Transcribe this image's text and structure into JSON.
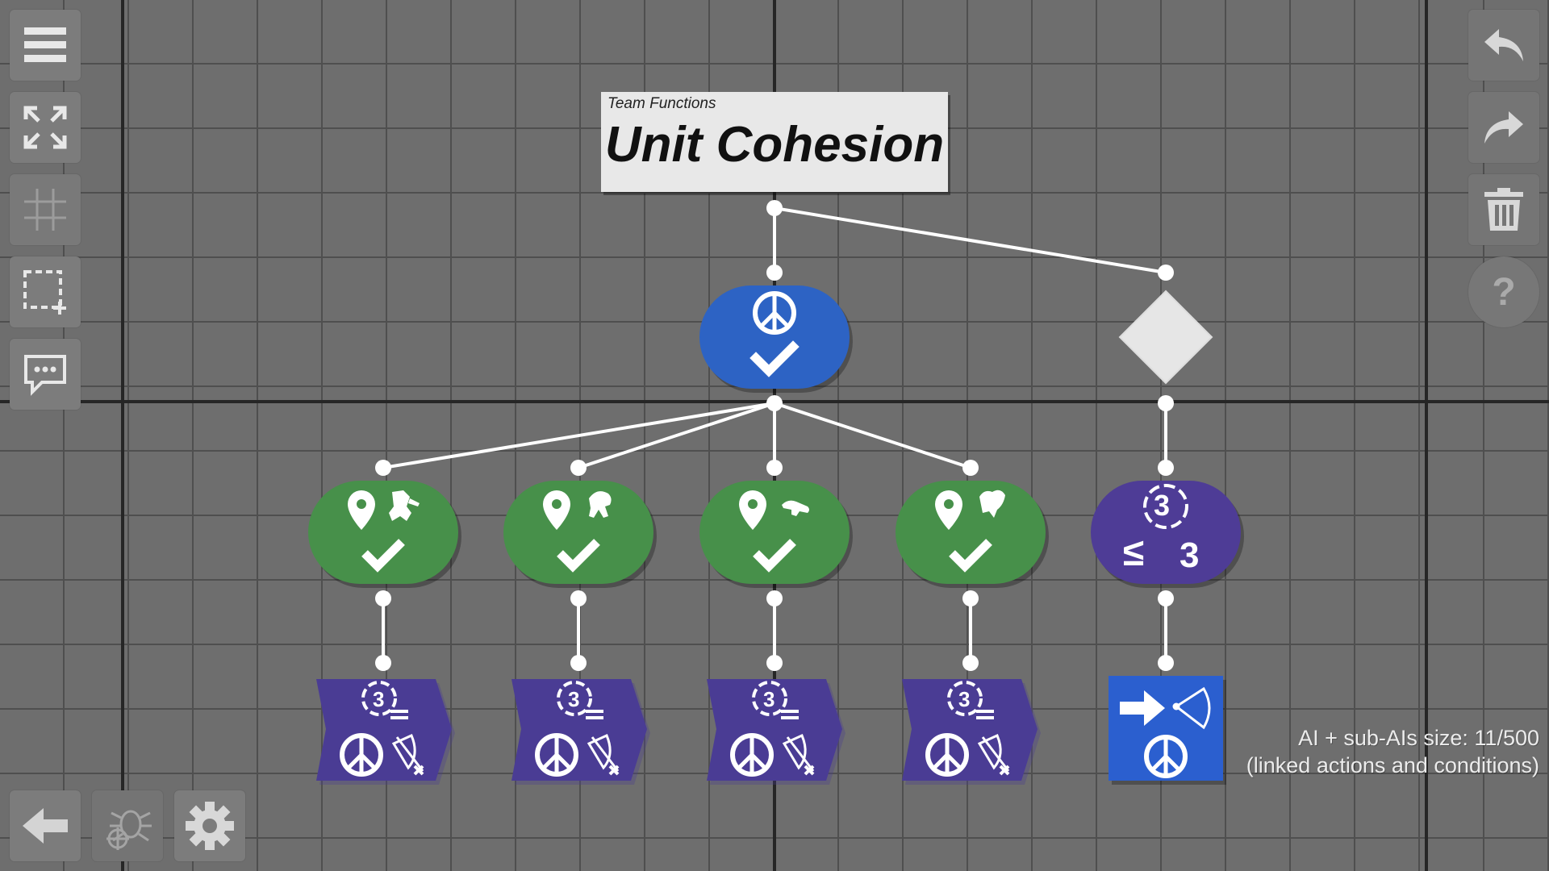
{
  "title_card": {
    "subtitle": "Team Functions",
    "title": "Unit Cohesion"
  },
  "status": {
    "size_line": "AI + sub-AIs size: 11/500",
    "size_note": "(linked actions and conditions)"
  },
  "condition_value": {
    "operator": "≤",
    "value": "3",
    "counter": "3"
  },
  "counter_label": "3",
  "left_toolbar": [
    {
      "icon": "menu-icon"
    },
    {
      "icon": "fit-view-icon"
    },
    {
      "icon": "grid-icon"
    },
    {
      "icon": "box-select-icon"
    },
    {
      "icon": "comment-icon"
    }
  ],
  "right_toolbar": [
    {
      "icon": "undo-icon"
    },
    {
      "icon": "redo-icon"
    },
    {
      "icon": "trash-icon"
    },
    {
      "icon": "help-icon",
      "label": "?"
    }
  ],
  "bottom_toolbar": [
    {
      "icon": "back-arrow-icon"
    },
    {
      "icon": "debug-bug-icon"
    },
    {
      "icon": "settings-gear-icon"
    }
  ],
  "colors": {
    "condition_green": "#47904a",
    "selector_blue": "#2d63c4",
    "condition_purple": "#4e3c96",
    "action_purple": "#4a3c94",
    "action_blue": "#2b5fcf",
    "title_bg": "#e8e8e8"
  }
}
